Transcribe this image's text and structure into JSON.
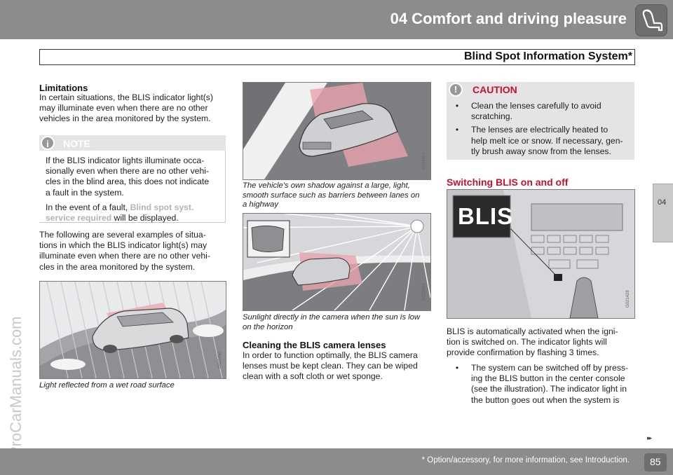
{
  "header": {
    "chapter_title": "04 Comfort and driving pleasure",
    "section_title": "Blind Spot Information System*",
    "chapter_icon": "seat-icon"
  },
  "side_tab": {
    "label": "04"
  },
  "watermark": "ProCarManuals.com",
  "col1": {
    "limitations_heading": "Limitations",
    "limitations_lines": [
      "In certain situations, the BLIS indicator light(s)",
      "may illuminate even when there are no other",
      "vehicles in the area monitored by the system."
    ],
    "note": {
      "label": "NOTE",
      "icon": "info-icon",
      "para1_lines": [
        "If the BLIS indicator lights illuminate occa-",
        "sionally even when there are no other vehi-",
        "cles in the blind area, this does not indicate",
        "a fault in the system."
      ],
      "para2_prefix": "In the event of a fault, ",
      "para2_fault1": "Blind spot syst.",
      "para2_fault2": "service required",
      "para2_suffix": " will be displayed."
    },
    "examples_lines": [
      "The following are several examples of situa-",
      "tions in which the BLIS indicator light(s) may",
      "illuminate even when there are no other vehi-",
      "cles in the area monitored by the system."
    ],
    "image_code": "G021450",
    "caption": "Light reflected from a wet road surface"
  },
  "col2": {
    "image1_code": "G021451",
    "caption1_lines": [
      "The vehicle's own shadow against a large, light,",
      "smooth surface such as barriers between lanes on",
      "a highway"
    ],
    "image2_code": "G021452",
    "caption2_lines": [
      "Sunlight directly in the camera when the sun is low",
      "on the horizon"
    ],
    "cleaning_heading": "Cleaning the BLIS camera lenses",
    "cleaning_lines": [
      "In order to function optimally, the BLIS camera",
      "lenses must be kept clean. They can be wiped",
      "clean with a soft cloth or wet sponge."
    ]
  },
  "col3": {
    "caution": {
      "label": "CAUTION",
      "icon": "warning-icon",
      "bullet1_lines": [
        "Clean the lenses carefully to avoid",
        "scratching."
      ],
      "bullet2_lines": [
        "The lenses are electrically heated to",
        "help melt ice or snow. If necessary, gen-",
        "tly brush away snow from the lenses."
      ]
    },
    "switching_heading": "Switching BLIS on and off",
    "blis_button_text": "BLIS",
    "image_code": "G021428",
    "activation_lines": [
      "BLIS is automatically activated when the igni-",
      "tion is switched on. The indicator lights will",
      "provide confirmation by flashing 3 times."
    ],
    "switch_bullet_lines": [
      "The system can be switched off by press-",
      "ing the BLIS button in the center console",
      "(see the illustration). The indicator light in",
      "the button goes out when the system is"
    ]
  },
  "footer": {
    "continued_arrows": "▸▸",
    "note": "* Option/accessory, for more information, see Introduction.",
    "page_number": "85"
  },
  "colors": {
    "accent_red": "#c8102e",
    "header_gray": "#8c8c8e",
    "panel_gray": "#e4e4e6"
  }
}
